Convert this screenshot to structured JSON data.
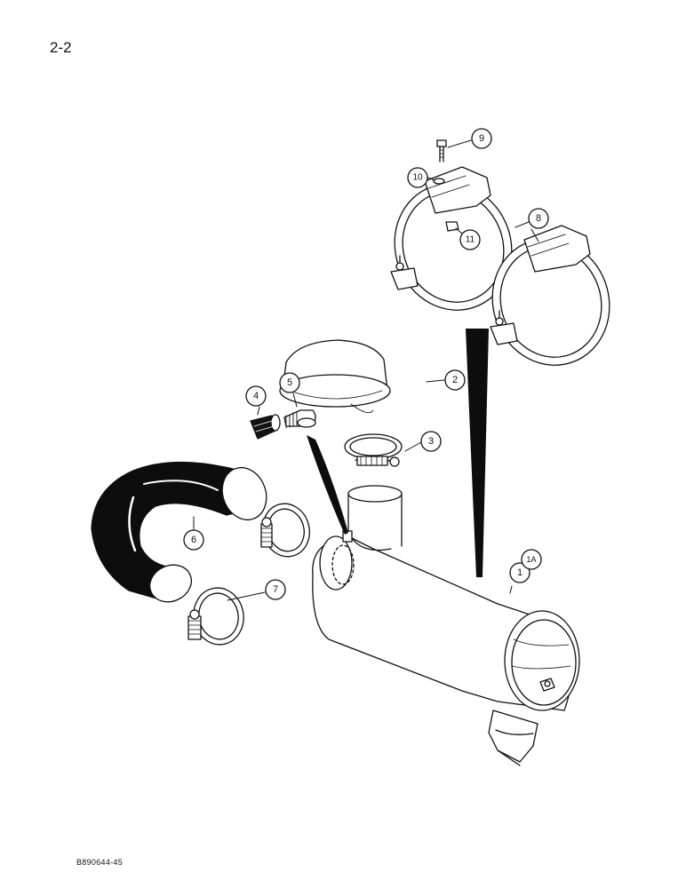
{
  "page": {
    "number": "2-2",
    "figure_code": "B890644-45"
  },
  "callouts": [
    {
      "id": "c1",
      "label": "1"
    },
    {
      "id": "c1a",
      "label": "1A"
    },
    {
      "id": "c2",
      "label": "2"
    },
    {
      "id": "c3",
      "label": "3"
    },
    {
      "id": "c4",
      "label": "4"
    },
    {
      "id": "c5",
      "label": "5"
    },
    {
      "id": "c6",
      "label": "6"
    },
    {
      "id": "c7",
      "label": "7"
    },
    {
      "id": "c8",
      "label": "8"
    },
    {
      "id": "c9",
      "label": "9"
    },
    {
      "id": "c10",
      "label": "10"
    },
    {
      "id": "c11",
      "label": "11"
    }
  ],
  "colors": {
    "ink": "#111111",
    "paper": "#ffffff",
    "hose": "#0d0d0d"
  }
}
